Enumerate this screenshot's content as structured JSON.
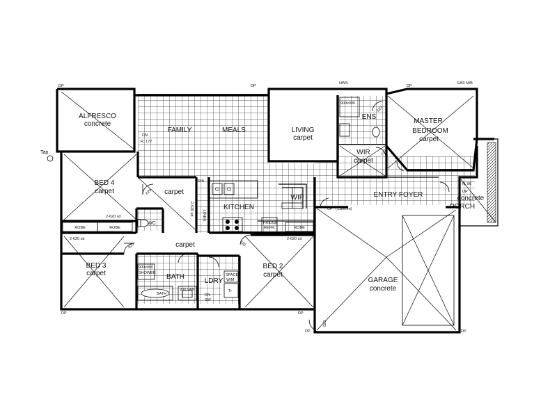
{
  "rooms": {
    "alfresco": {
      "name": "ALFRESCO",
      "finish": "concrete"
    },
    "family": {
      "name": "FAMILY"
    },
    "meals": {
      "name": "MEALS"
    },
    "living": {
      "name": "LIVING",
      "finish": "carpet"
    },
    "ens": {
      "name": "ENS"
    },
    "master": {
      "name": "MASTER",
      "name2": "BEDROOM",
      "finish": "carpet"
    },
    "wir_master": {
      "name": "WIR",
      "finish": "carpet"
    },
    "bed4": {
      "name": "BED 4",
      "finish": "carpet"
    },
    "hall_upper": {
      "finish": "carpet"
    },
    "kitchen": {
      "name": "KITCHEN"
    },
    "wip": {
      "name": "WIP"
    },
    "entry": {
      "name": "ENTRY FOYER"
    },
    "porch": {
      "finish": "concrete",
      "name": "PORCH"
    },
    "hall_lower": {
      "finish": "carpet"
    },
    "bed3": {
      "name": "BED 3",
      "finish": "carpet"
    },
    "bath": {
      "name": "BATH"
    },
    "ldry": {
      "name": "LDRY"
    },
    "bed2": {
      "name": "BED 2",
      "finish": "carpet"
    },
    "garage": {
      "name": "GARAGE",
      "finish": "concrete"
    },
    "wc": {
      "name": "WC"
    }
  },
  "annotations": {
    "tap": "Tap",
    "dp": "DP",
    "hws": "HWS",
    "gas_mb": "GAS M/B",
    "dn_family": "DN",
    "r172": "R. 172",
    "r86": "R. 86",
    "up_porch": "UP",
    "up_entry": "UP",
    "step": "(1.86mm)",
    "robe": "ROBE",
    "robe_sd_left": "2-620 sd",
    "robe_sd_bed3": "2-620 sd",
    "robe_sd_bed2": "2-620 sd",
    "door_620": "620",
    "door_820": "820",
    "door_720": "720",
    "linen": "LINEN",
    "linen_sd": "2-520 sd",
    "ra": "R/A",
    "fridge": "FRIDGE",
    "refr": "REFR.",
    "shower": "900x900",
    "shower_label": "SHOWER",
    "vanity": "900 VAN",
    "bath_fixture": "BATH",
    "space_wm": "SPACE",
    "space_wm2": "W/M",
    "tr": "Tr",
    "dn_ldry": "DN",
    "sw": "SW"
  }
}
